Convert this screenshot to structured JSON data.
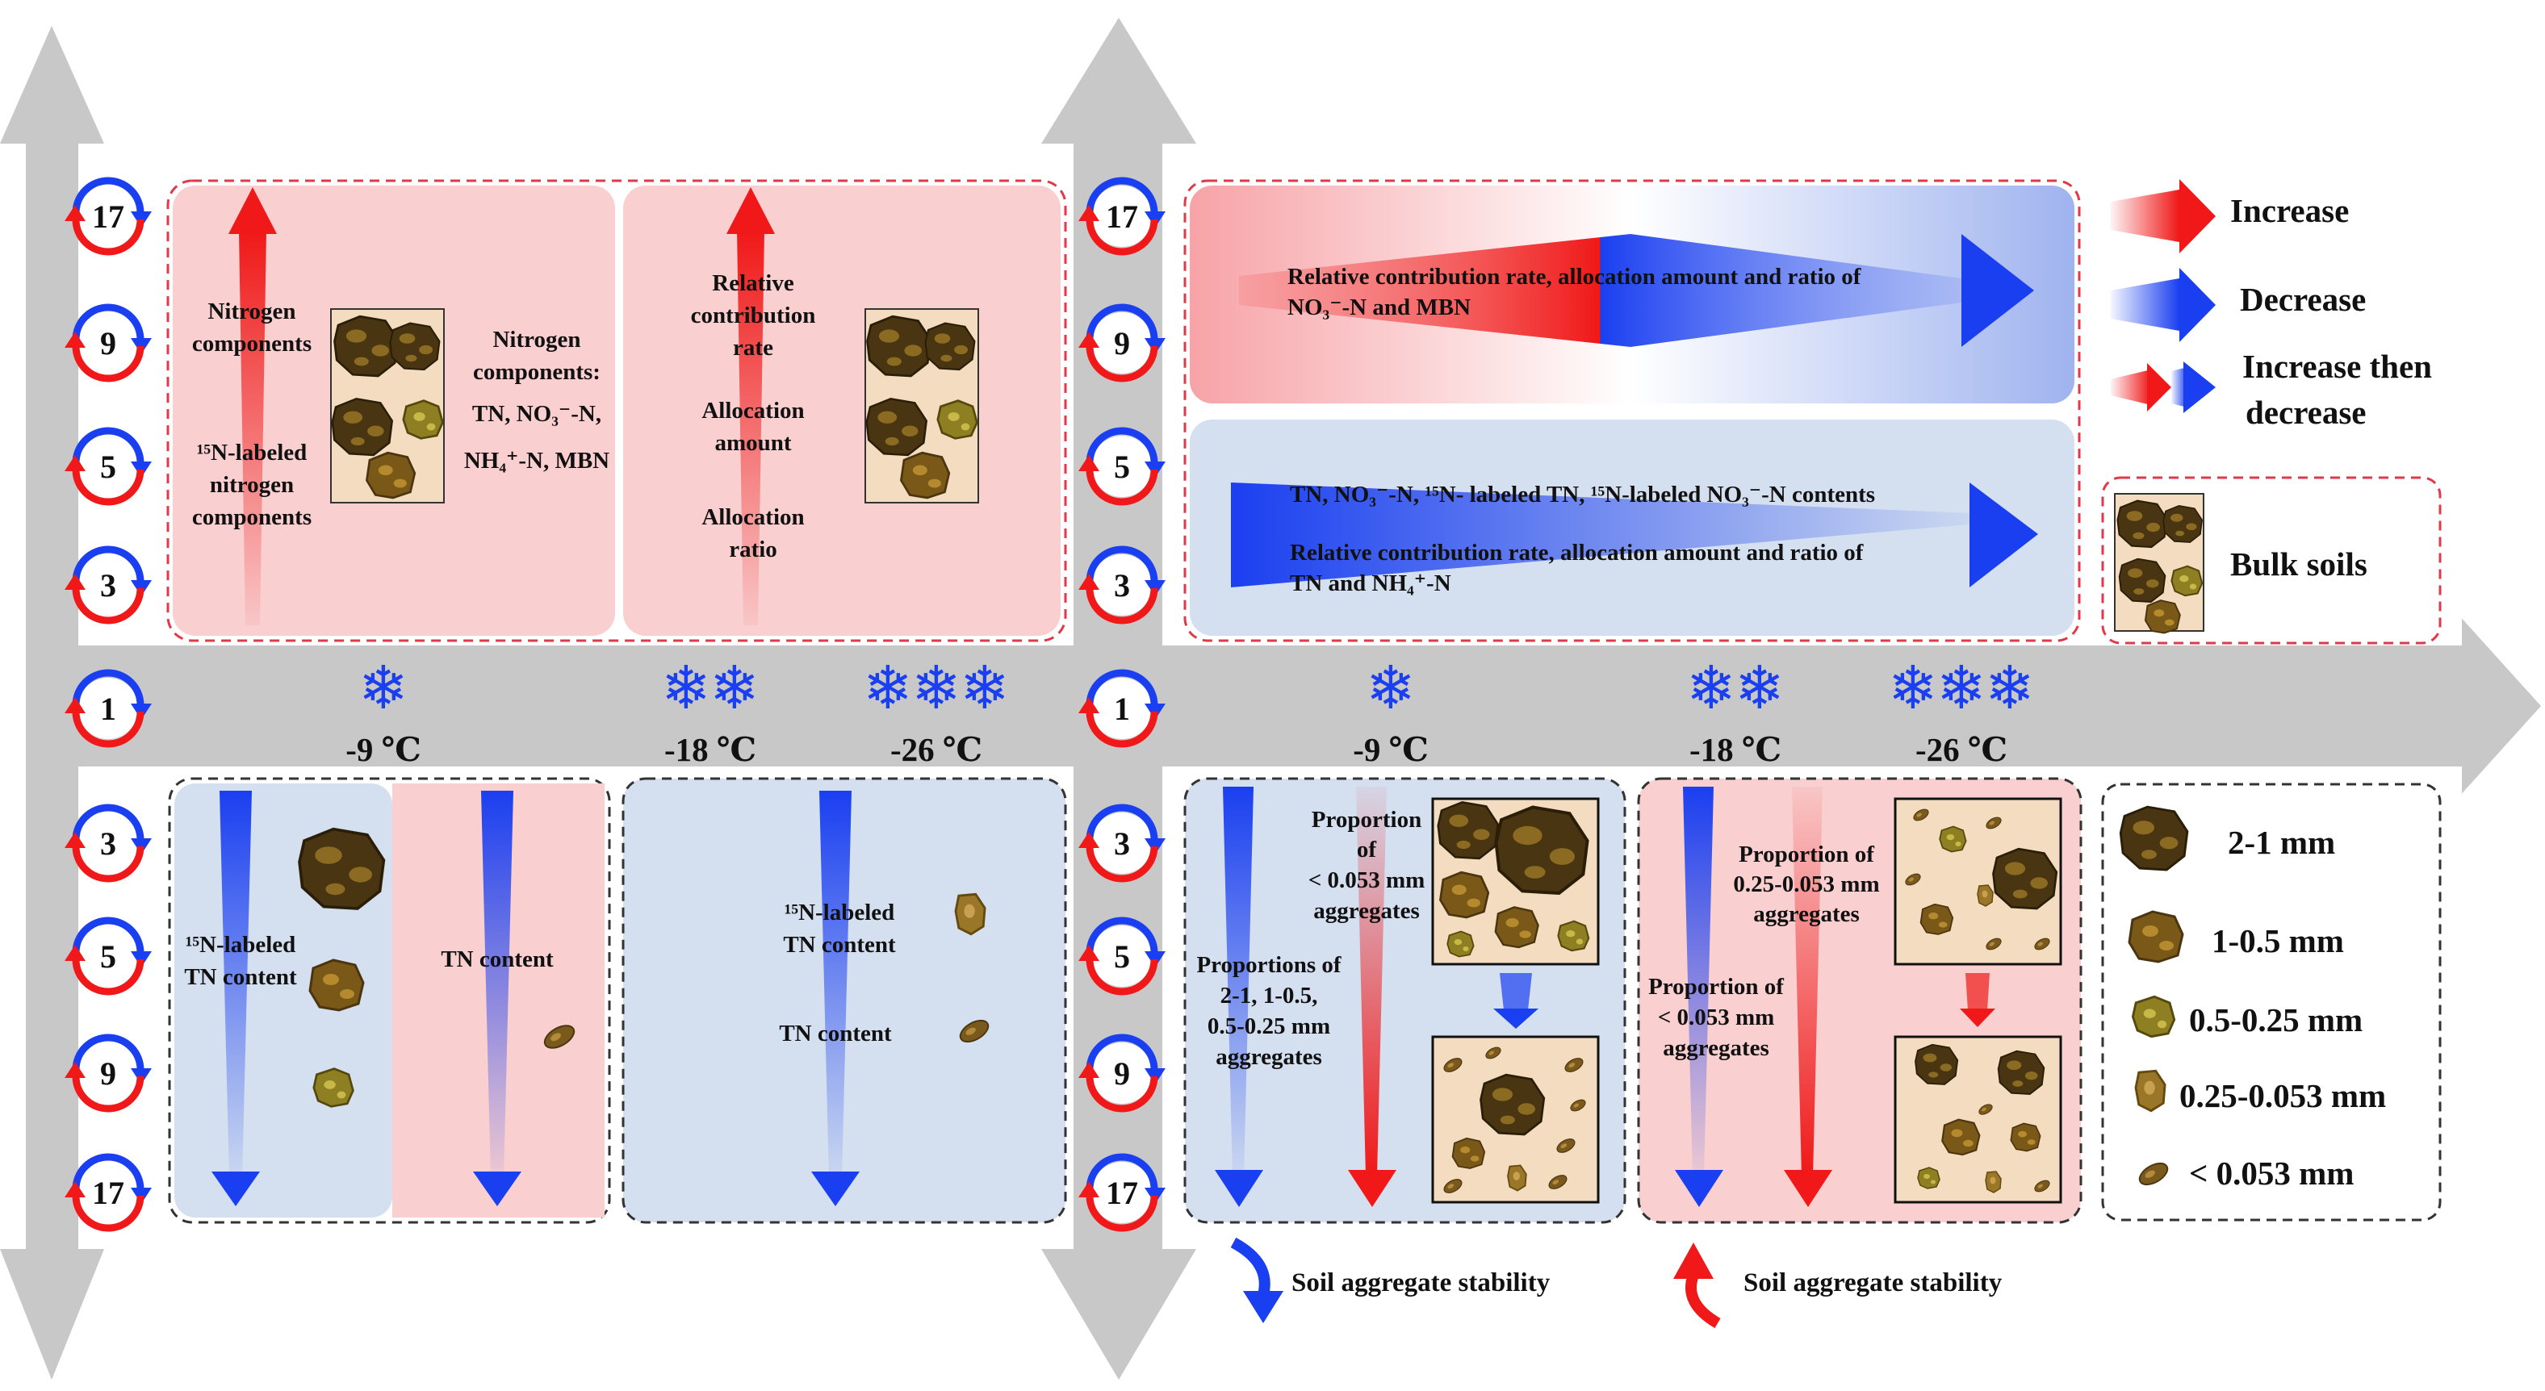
{
  "cycles": [
    "17",
    "9",
    "5",
    "3",
    "1",
    "3",
    "5",
    "9",
    "17"
  ],
  "temps": [
    "-9 ℃",
    "-18 ℃",
    "-26 ℃"
  ],
  "snowflake": "❄",
  "left_top": {
    "p1_a": "Nitrogen",
    "p1_b": "components",
    "p1_c": "¹⁵N-labeled",
    "p1_d": "nitrogen",
    "p1_e": "components",
    "p1_f": "Nitrogen",
    "p1_g": "components:",
    "p1_h": "TN, NO₃⁻-N,",
    "p1_i": "NH₄⁺-N, MBN",
    "p2_a": "Relative",
    "p2_b": "contribution",
    "p2_c": "rate",
    "p2_d": "Allocation",
    "p2_e": "amount",
    "p2_f": "Allocation",
    "p2_g": "ratio"
  },
  "left_bottom": {
    "a1": "¹⁵N-labeled",
    "a2": "TN content",
    "b1": "TN content",
    "c1": "¹⁵N-labeled",
    "c2": "TN content",
    "c3": "TN content"
  },
  "right_top": {
    "r1": "Relative contribution rate, allocation amount and ratio of",
    "r2": "NO₃⁻-N and MBN",
    "r3": "TN, NO₃⁻-N, ¹⁵N- labeled TN, ¹⁵N-labeled NO₃⁻-N contents",
    "r4": "Relative contribution rate, allocation amount and ratio of",
    "r5": "TN and NH₄⁺-N"
  },
  "right_bottom": {
    "p1": "Proportion",
    "p2": "of",
    "p3": "< 0.053 mm",
    "p4": "aggregates",
    "q1": "Proportions of",
    "q2": "2-1, 1-0.5,",
    "q3": "0.5-0.25 mm",
    "q4": "aggregates",
    "s1": "Proportion of",
    "s2": "0.25-0.053 mm",
    "s3": "aggregates",
    "u1": "Proportion of",
    "u2": "< 0.053 mm",
    "u3": "aggregates",
    "stab1": "Soil aggregate stability",
    "stab2": "Soil aggregate stability"
  },
  "legend": {
    "increase": "Increase",
    "decrease": "Decrease",
    "incdec1": "Increase then",
    "incdec2": "decrease",
    "bulk": "Bulk soils",
    "s1": "2-1 mm",
    "s2": "1-0.5 mm",
    "s3": "0.5-0.25 mm",
    "s4": "0.25-0.053 mm",
    "s5": "< 0.053 mm"
  },
  "colors": {
    "red": "#f01818",
    "blue": "#1a3ff0",
    "pink_box": "#f9cfd0",
    "blue_box": "#d4dff0",
    "gray": "#c8c8c8"
  }
}
